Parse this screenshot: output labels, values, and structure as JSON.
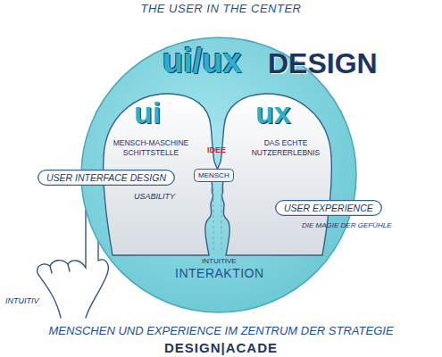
{
  "diagram": {
    "title": "THE USER IN THE CENTER",
    "caption": "MENSCHEN UND EXPERIENCE IM ZENTRUM DER STRATEGIE",
    "nodes": [
      {
        "text": [
          "ui/ux",
          "DESIGN"
        ]
      },
      {
        "text": [
          "ui",
          "MENSCH-MASCHINE SCHITTSTELLE"
        ],
        "in": 0
      },
      {
        "text": [
          "ux",
          "DAS ECHTE NUTZERERLEBNIS"
        ],
        "in": 0
      },
      {
        "text": [
          "MENSCH"
        ],
        "in": 0
      },
      {
        "text": [
          "USER INTERFACE DESIGN"
        ]
      },
      {
        "text": [
          "USER EXPERIENCE"
        ]
      }
    ],
    "labels": [
      "IDEE",
      "INTUITIVE",
      "INTERAKTION",
      "USABILITY",
      "DIE MAGIE DER GEFÜHLE",
      "INTUITIV",
      "DESIGN|ACADE"
    ]
  }
}
